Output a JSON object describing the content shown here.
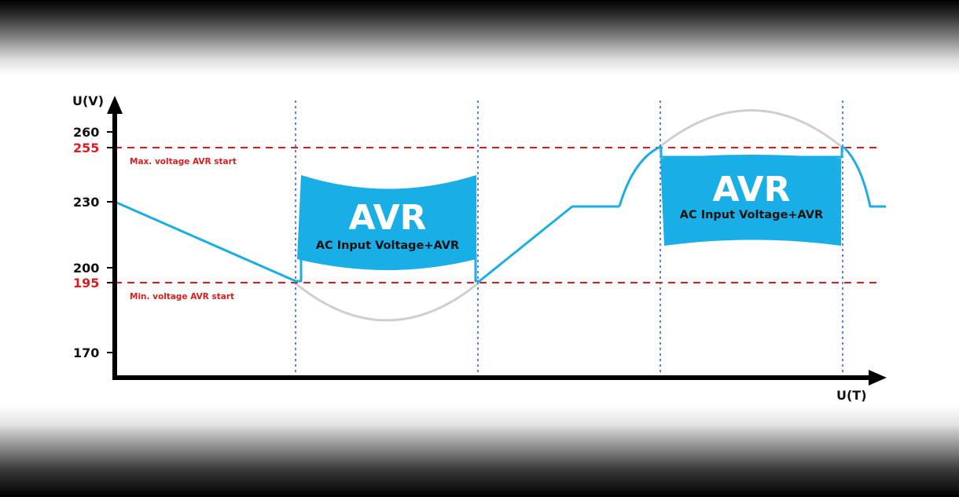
{
  "axes": {
    "y_label": "U(V)",
    "x_label": "U(T)",
    "y_ticks": [
      "260",
      "230",
      "200",
      "170"
    ],
    "y_threshold_ticks": [
      "255",
      "195"
    ]
  },
  "thresholds": {
    "max_label": "Max. voltage AVR start",
    "min_label": "Min. voltage AVR start",
    "max_value": 255,
    "min_value": 195
  },
  "avr_boxes": [
    {
      "title": "AVR",
      "subtitle": "AC Input Voltage+AVR"
    },
    {
      "title": "AVR",
      "subtitle": "AC Input Voltage+AVR"
    }
  ],
  "colors": {
    "output_curve": "#1aaee6",
    "input_curve": "#cfcfcf",
    "threshold_line": "#e01b1b",
    "avr_box": "#1aaee6",
    "event_marker": "#2b55e6",
    "axis": "#000000"
  }
}
